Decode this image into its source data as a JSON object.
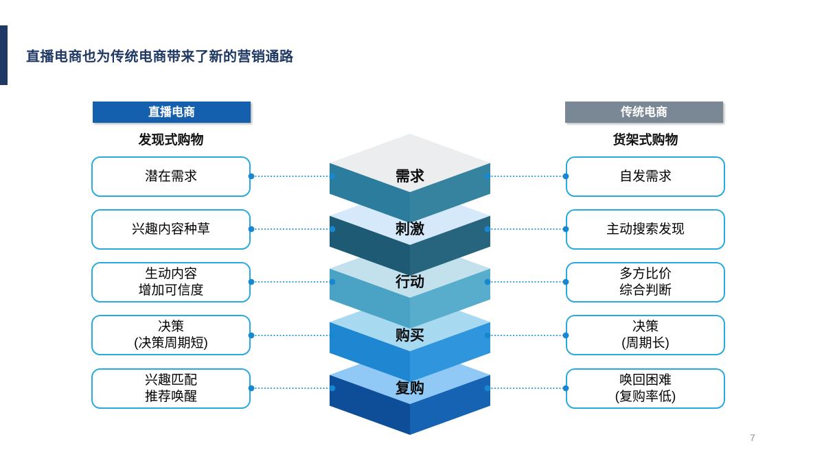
{
  "slide": {
    "title": "直播电商也为传统电商带来了新的营销通路",
    "page_number": "7"
  },
  "left_column": {
    "header": "直播电商",
    "subheader": "发现式购物",
    "items": [
      "潜在需求",
      "兴趣内容种草",
      "生动内容\n增加可信度",
      "决策\n(决策周期短)",
      "兴趣匹配\n推荐唤醒"
    ]
  },
  "right_column": {
    "header": "传统电商",
    "subheader": "货架式购物",
    "items": [
      "自发需求",
      "主动搜索发现",
      "多方比价\n综合判断",
      "决策\n(周期长)",
      "唤回困难\n(复购率低)"
    ]
  },
  "funnel": {
    "layers": [
      {
        "label": "需求",
        "top_color": "#ECEDEE",
        "left_color": "#2C7C9D",
        "right_color": "#35839E"
      },
      {
        "label": "刺激",
        "top_color": "#D5E9FB",
        "left_color": "#1E5A73",
        "right_color": "#27657F"
      },
      {
        "label": "行动",
        "top_color": "#C3E1EC",
        "left_color": "#4AA2C4",
        "right_color": "#57ADCB"
      },
      {
        "label": "购买",
        "top_color": "#A7D9F1",
        "left_color": "#1F86D1",
        "right_color": "#2F96DD"
      },
      {
        "label": "复购",
        "top_color": "#90C9F6",
        "left_color": "#0E4E99",
        "right_color": "#1563B2"
      }
    ]
  },
  "colors": {
    "accent_bar": "#1F3864",
    "title_text": "#1F3864",
    "left_banner_bg": "#1560AE",
    "right_banner_bg": "#7A8795",
    "box_border": "#29A9E1",
    "connector_dash": "#3FA3DA",
    "connector_dot": "#1787CF"
  }
}
